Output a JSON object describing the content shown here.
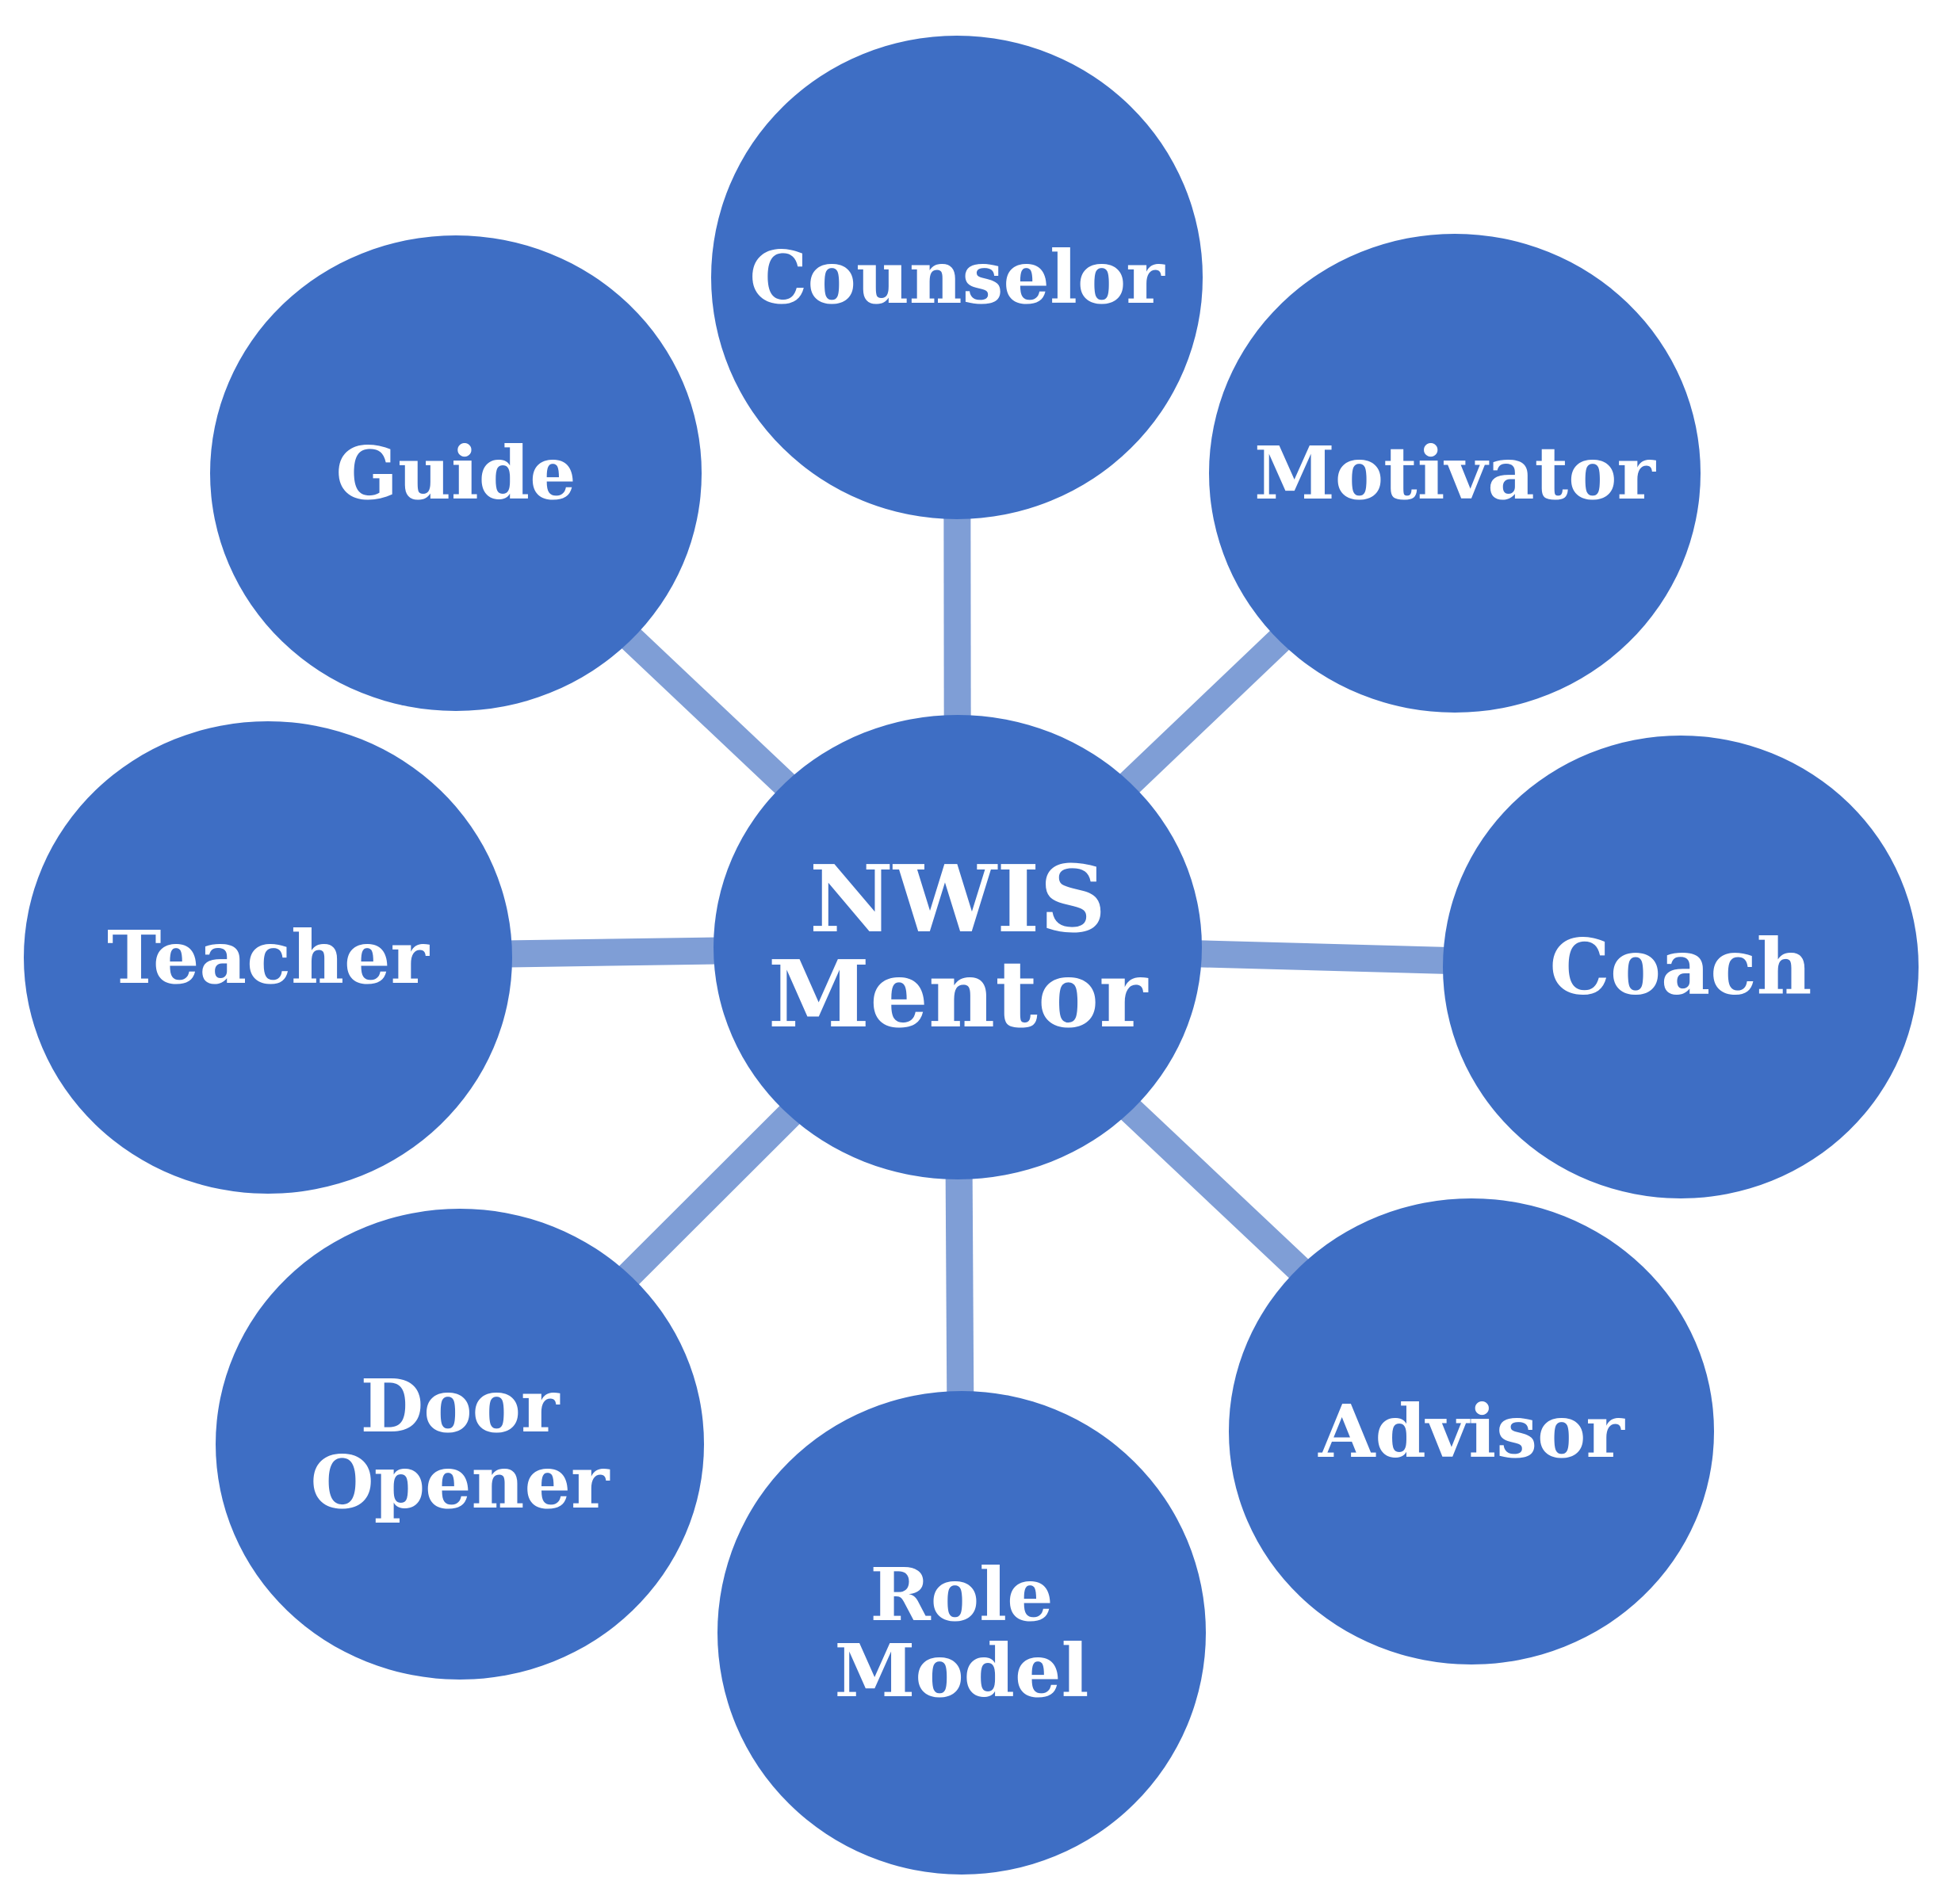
{
  "colors": {
    "node_fill": "#3E6EC4",
    "connector": "#7F9ED6",
    "text": "#FFFFFF",
    "background": "#FFFFFF"
  },
  "center": {
    "lines": [
      "NWIS",
      "Mentor"
    ]
  },
  "nodes": [
    {
      "id": "counselor",
      "lines": [
        "Counselor"
      ]
    },
    {
      "id": "motivator",
      "lines": [
        "Motivator"
      ]
    },
    {
      "id": "coach",
      "lines": [
        "Coach"
      ]
    },
    {
      "id": "advisor",
      "lines": [
        "Advisor"
      ]
    },
    {
      "id": "role-model",
      "lines": [
        "Role",
        "Model"
      ]
    },
    {
      "id": "door-opener",
      "lines": [
        "Door",
        "Opener"
      ]
    },
    {
      "id": "teacher",
      "lines": [
        "Teacher"
      ]
    },
    {
      "id": "guide",
      "lines": [
        "Guide"
      ]
    }
  ]
}
